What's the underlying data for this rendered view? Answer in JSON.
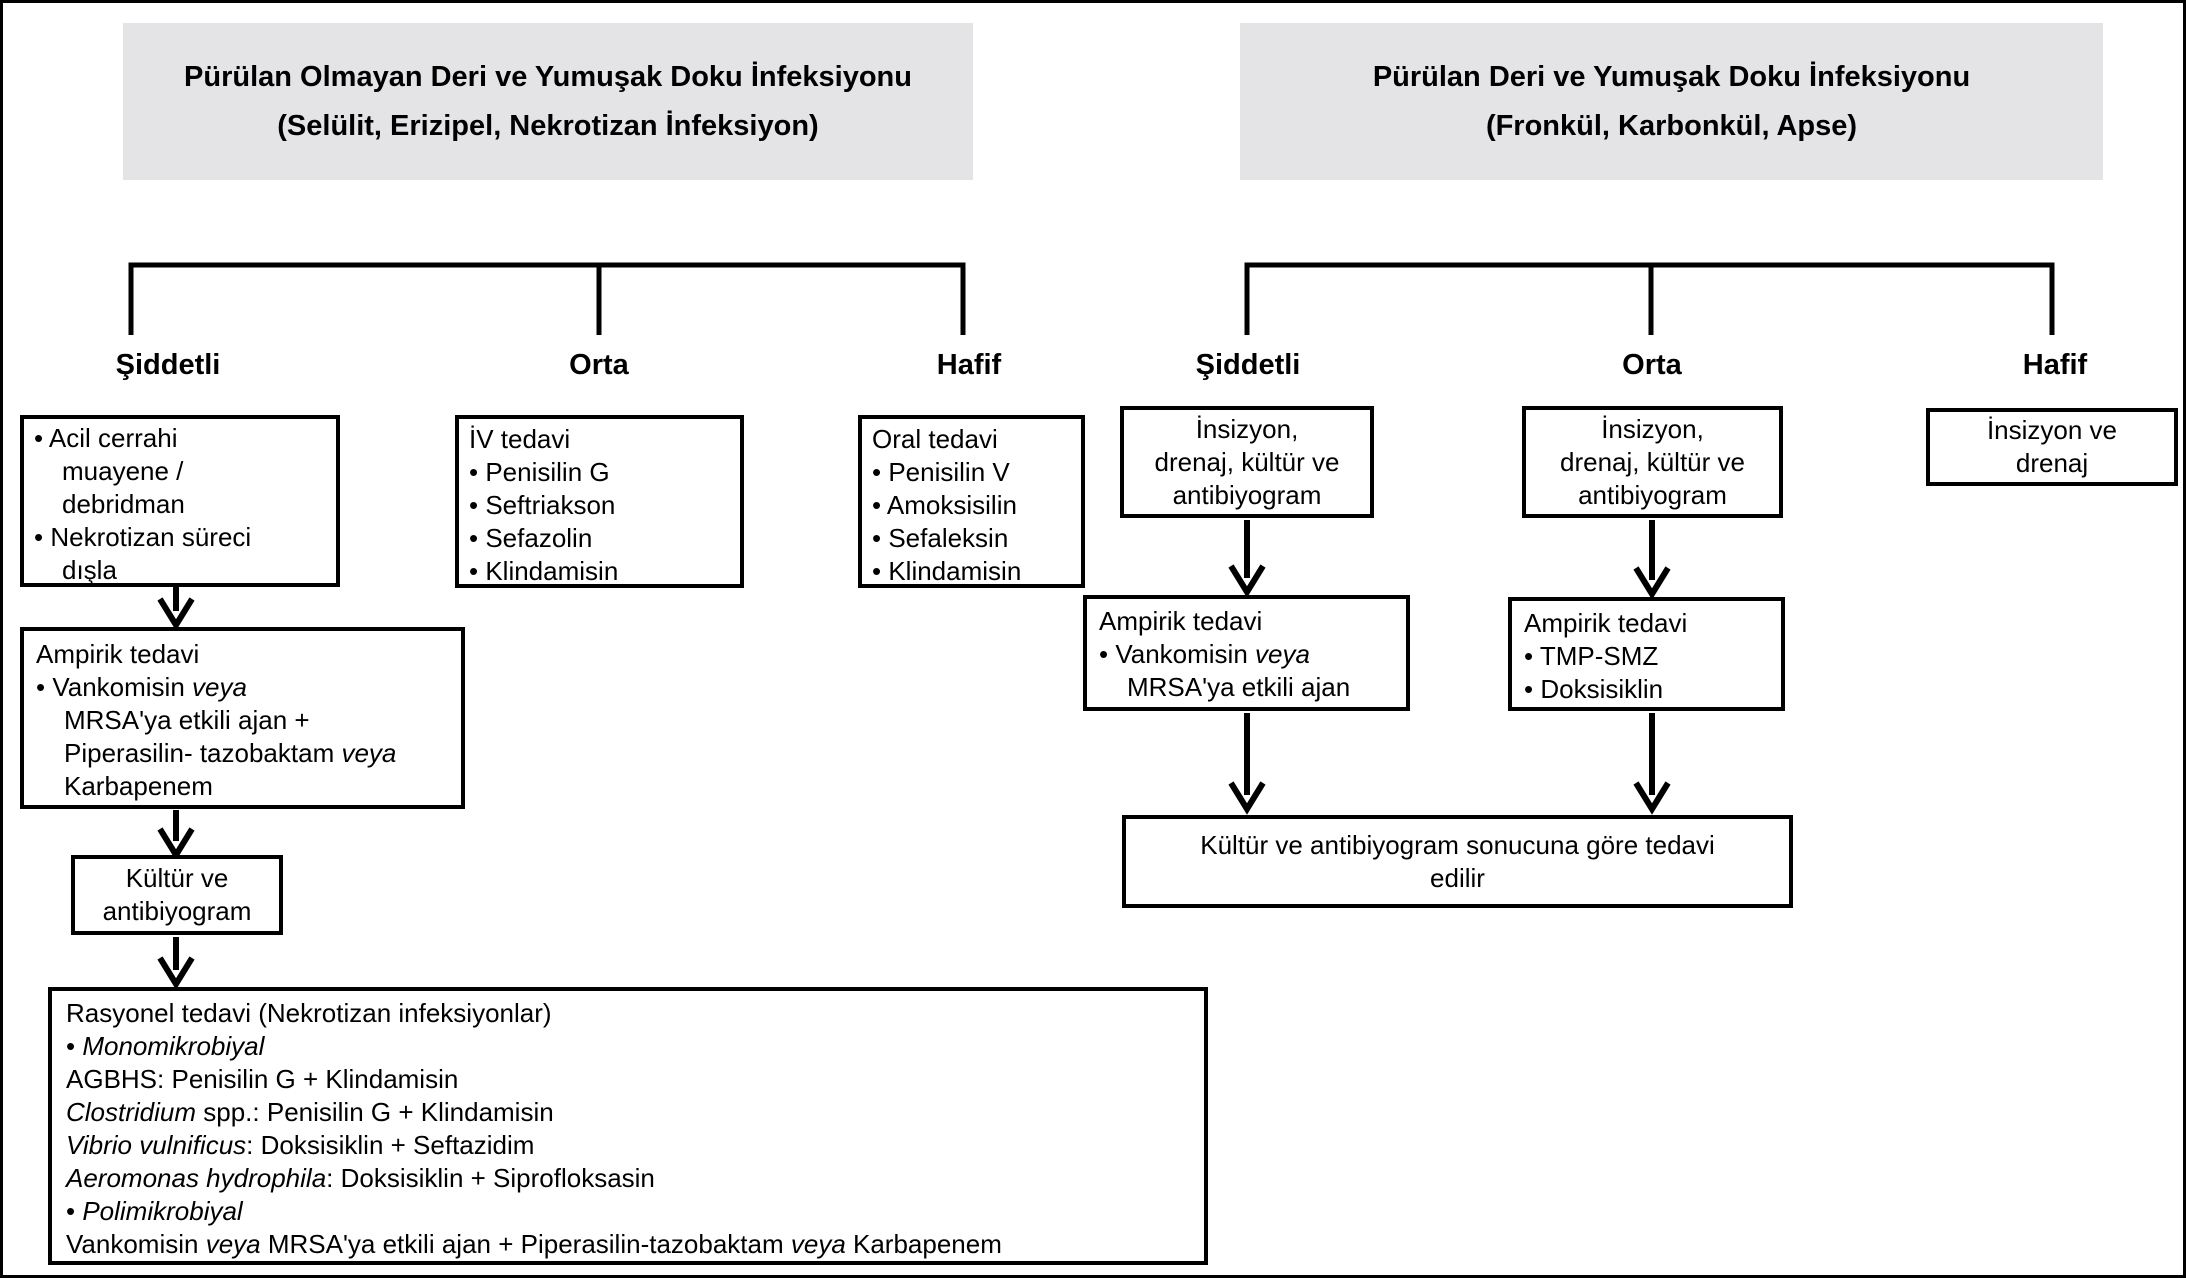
{
  "headers": {
    "nonpurulent": {
      "line1": "Pürülan Olmayan Deri ve Yumuşak Doku İnfeksiyonu",
      "line2": "(Selülit, Erizipel, Nekrotizan İnfeksiyon)"
    },
    "purulent": {
      "line1": "Pürülan Deri ve Yumuşak Doku İnfeksiyonu",
      "line2": "(Fronkül, Karbonkül, Apse)"
    }
  },
  "severity": {
    "left": {
      "severe": "Şiddetli",
      "moderate": "Orta",
      "mild": "Hafif"
    },
    "right": {
      "severe": "Şiddetli",
      "moderate": "Orta",
      "mild": "Hafif"
    }
  },
  "glyphs": {
    "bullet": "•"
  },
  "colors": {
    "header_bg": "#e4e4e6",
    "line": "#000000",
    "text": "#000000",
    "box_bg": "#ffffff"
  },
  "boxes": {
    "left_severe": {
      "align": "left",
      "lines": [
        {
          "b": 1,
          "seg": [
            {
              "t": "Acil cerrahi"
            }
          ]
        },
        {
          "c": 1,
          "seg": [
            {
              "t": "muayene /"
            }
          ]
        },
        {
          "c": 1,
          "seg": [
            {
              "t": "debridman"
            }
          ]
        },
        {
          "b": 1,
          "seg": [
            {
              "t": "Nekrotizan süreci"
            }
          ]
        },
        {
          "c": 1,
          "seg": [
            {
              "t": "dışla"
            }
          ]
        }
      ]
    },
    "left_moderate": {
      "align": "left",
      "lines": [
        {
          "seg": [
            {
              "t": "İV tedavi"
            }
          ]
        },
        {
          "b": 1,
          "seg": [
            {
              "t": "Penisilin G"
            }
          ]
        },
        {
          "b": 1,
          "seg": [
            {
              "t": "Seftriakson"
            }
          ]
        },
        {
          "b": 1,
          "seg": [
            {
              "t": "Sefazolin"
            }
          ]
        },
        {
          "b": 1,
          "seg": [
            {
              "t": "Klindamisin"
            }
          ]
        }
      ]
    },
    "left_mild": {
      "align": "left",
      "lines": [
        {
          "seg": [
            {
              "t": "Oral tedavi"
            }
          ]
        },
        {
          "b": 1,
          "seg": [
            {
              "t": "Penisilin V"
            }
          ]
        },
        {
          "b": 1,
          "seg": [
            {
              "t": "Amoksisilin"
            }
          ]
        },
        {
          "b": 1,
          "seg": [
            {
              "t": "Sefaleksin"
            }
          ]
        },
        {
          "b": 1,
          "seg": [
            {
              "t": "Klindamisin"
            }
          ]
        }
      ]
    },
    "left_empiric": {
      "align": "left",
      "lines": [
        {
          "seg": [
            {
              "t": "Ampirik tedavi"
            }
          ]
        },
        {
          "b": 1,
          "seg": [
            {
              "t": "Vankomisin "
            },
            {
              "t": "veya",
              "i": 1
            }
          ]
        },
        {
          "c": 1,
          "seg": [
            {
              "t": "MRSA'ya etkili ajan +"
            }
          ]
        },
        {
          "c": 1,
          "seg": [
            {
              "t": "Piperasilin- tazobaktam "
            },
            {
              "t": "veya",
              "i": 1
            }
          ]
        },
        {
          "c": 1,
          "seg": [
            {
              "t": "Karbapenem"
            }
          ]
        }
      ]
    },
    "culture": {
      "align": "center",
      "lines": [
        {
          "seg": [
            {
              "t": "Kültür ve"
            }
          ]
        },
        {
          "seg": [
            {
              "t": "antibiyogram"
            }
          ]
        }
      ]
    },
    "rational": {
      "align": "left",
      "lines": [
        {
          "seg": [
            {
              "t": "Rasyonel tedavi (Nekrotizan infeksiyonlar)"
            }
          ]
        },
        {
          "b": 1,
          "seg": [
            {
              "t": "Monomikrobiyal",
              "i": 1
            }
          ]
        },
        {
          "seg": [
            {
              "t": "AGBHS: Penisilin G + Klindamisin"
            }
          ]
        },
        {
          "seg": [
            {
              "t": "Clostridium",
              "i": 1
            },
            {
              "t": " spp.: Penisilin G + Klindamisin"
            }
          ]
        },
        {
          "seg": [
            {
              "t": "Vibrio vulnificus",
              "i": 1
            },
            {
              "t": ": Doksisiklin + Seftazidim"
            }
          ]
        },
        {
          "seg": [
            {
              "t": "Aeromonas hydrophila",
              "i": 1
            },
            {
              "t": ": Doksisiklin + Siprofloksasin"
            }
          ]
        },
        {
          "b": 1,
          "seg": [
            {
              "t": "Polimikrobiyal",
              "i": 1
            }
          ]
        },
        {
          "seg": [
            {
              "t": "Vankomisin "
            },
            {
              "t": "veya",
              "i": 1
            },
            {
              "t": " MRSA'ya etkili ajan + Piperasilin-tazobaktam "
            },
            {
              "t": "veya",
              "i": 1
            },
            {
              "t": " Karbapenem"
            }
          ]
        }
      ]
    },
    "right_severe_idc": {
      "align": "center",
      "lines": [
        {
          "seg": [
            {
              "t": "İnsizyon,"
            }
          ]
        },
        {
          "seg": [
            {
              "t": "drenaj, kültür ve"
            }
          ]
        },
        {
          "seg": [
            {
              "t": "antibiyogram"
            }
          ]
        }
      ]
    },
    "right_moderate_idc": {
      "align": "center",
      "lines": [
        {
          "seg": [
            {
              "t": "İnsizyon,"
            }
          ]
        },
        {
          "seg": [
            {
              "t": "drenaj, kültür ve"
            }
          ]
        },
        {
          "seg": [
            {
              "t": "antibiyogram"
            }
          ]
        }
      ]
    },
    "right_mild_id": {
      "align": "center",
      "lines": [
        {
          "seg": [
            {
              "t": "İnsizyon ve"
            }
          ]
        },
        {
          "seg": [
            {
              "t": "drenaj"
            }
          ]
        }
      ]
    },
    "right_severe_empiric": {
      "align": "left",
      "lines": [
        {
          "seg": [
            {
              "t": "Ampirik tedavi"
            }
          ]
        },
        {
          "b": 1,
          "seg": [
            {
              "t": "Vankomisin "
            },
            {
              "t": "veya",
              "i": 1
            }
          ]
        },
        {
          "c": 1,
          "seg": [
            {
              "t": "MRSA'ya etkili ajan"
            }
          ]
        }
      ]
    },
    "right_moderate_empiric": {
      "align": "left",
      "lines": [
        {
          "seg": [
            {
              "t": "Ampirik tedavi"
            }
          ]
        },
        {
          "b": 1,
          "seg": [
            {
              "t": "TMP-SMZ"
            }
          ]
        },
        {
          "b": 1,
          "seg": [
            {
              "t": "Doksisiklin"
            }
          ]
        }
      ]
    },
    "culture_result": {
      "align": "center",
      "lines": [
        {
          "seg": [
            {
              "t": "Kültür ve antibiyogram sonucuna göre tedavi"
            }
          ]
        },
        {
          "seg": [
            {
              "t": "edilir"
            }
          ]
        }
      ]
    }
  }
}
